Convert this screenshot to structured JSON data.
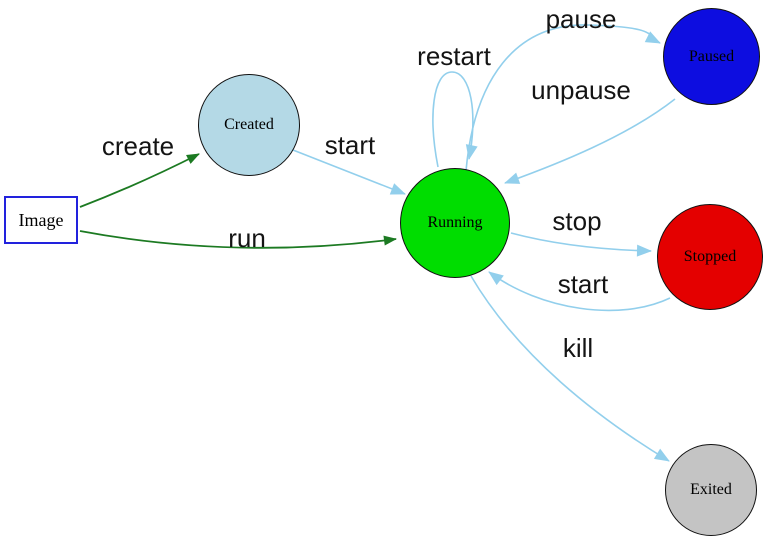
{
  "diagram_type": "state-diagram",
  "nodes": {
    "image": {
      "label": "Image",
      "shape": "rect",
      "fill": "#ffffff",
      "border": "#2222dd"
    },
    "created": {
      "label": "Created",
      "shape": "circle",
      "fill": "#b4d9e6",
      "border": "#111111"
    },
    "running": {
      "label": "Running",
      "shape": "circle",
      "fill": "#00dd00",
      "border": "#111111"
    },
    "paused": {
      "label": "Paused",
      "shape": "circle",
      "fill": "#0d0de0",
      "border": "#111111"
    },
    "stopped": {
      "label": "Stopped",
      "shape": "circle",
      "fill": "#e40000",
      "border": "#111111"
    },
    "exited": {
      "label": "Exited",
      "shape": "circle",
      "fill": "#c4c4c4",
      "border": "#111111"
    }
  },
  "edges": {
    "create": {
      "label": "create",
      "from": "image",
      "to": "created",
      "color": "#1c7a22"
    },
    "run": {
      "label": "run",
      "from": "image",
      "to": "running",
      "color": "#1c7a22"
    },
    "start_created": {
      "label": "start",
      "from": "created",
      "to": "running",
      "color": "#92cfec"
    },
    "restart": {
      "label": "restart",
      "from": "running",
      "to": "running",
      "color": "#92cfec"
    },
    "pause": {
      "label": "pause",
      "from": "running",
      "to": "paused",
      "color": "#92cfec"
    },
    "unpause": {
      "label": "unpause",
      "from": "paused",
      "to": "running",
      "color": "#92cfec"
    },
    "stop": {
      "label": "stop",
      "from": "running",
      "to": "stopped",
      "color": "#92cfec"
    },
    "start_stopped": {
      "label": "start",
      "from": "stopped",
      "to": "running",
      "color": "#92cfec"
    },
    "kill": {
      "label": "kill",
      "from": "running",
      "to": "exited",
      "color": "#92cfec"
    }
  },
  "colors": {
    "background": "#ffffff",
    "edge_blue": "#92cfec",
    "edge_green": "#1c7a22",
    "label_text": "#141414"
  }
}
